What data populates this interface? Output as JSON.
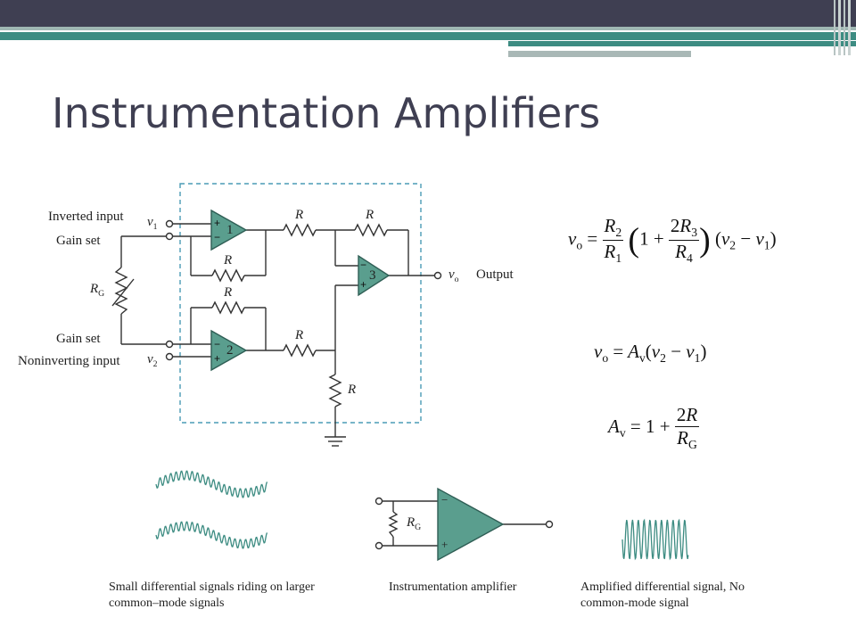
{
  "title": "Instrumentation Amplifiers",
  "circuit": {
    "inverted_input": "Inverted input",
    "gain_set_top": "Gain set",
    "gain_set_bottom": "Gain set",
    "noninverting_input": "Noninverting input",
    "v1": "v",
    "v1_sub": "1",
    "v2": "v",
    "v2_sub": "2",
    "vo": "v",
    "vo_sub": "o",
    "output": "Output",
    "rg": "R",
    "rg_sub": "G",
    "r": "R",
    "opamp1": "1",
    "opamp2": "2",
    "opamp3": "3"
  },
  "equations": {
    "eq1": "vo = (R2/R1)(1 + 2R3/R4)(v2 − v1)",
    "eq2": "vo = Av(v2 − v1)",
    "eq3": "Av = 1 + 2R/RG"
  },
  "bottom": {
    "caption_left": "Small differential signals riding on larger common–mode signals",
    "caption_mid": "Instrumentation amplifier",
    "caption_right": "Amplified differential signal, No common-mode signal",
    "amp_rg": "R",
    "amp_rg_sub": "G",
    "amp_minus": "−",
    "amp_plus": "+"
  },
  "colors": {
    "header_bar": "#3f3f52",
    "accent_teal": "#3d8c82",
    "opamp_fill": "#5a9e8e",
    "dashed_box": "#4a9bb5",
    "wire": "#333333"
  }
}
